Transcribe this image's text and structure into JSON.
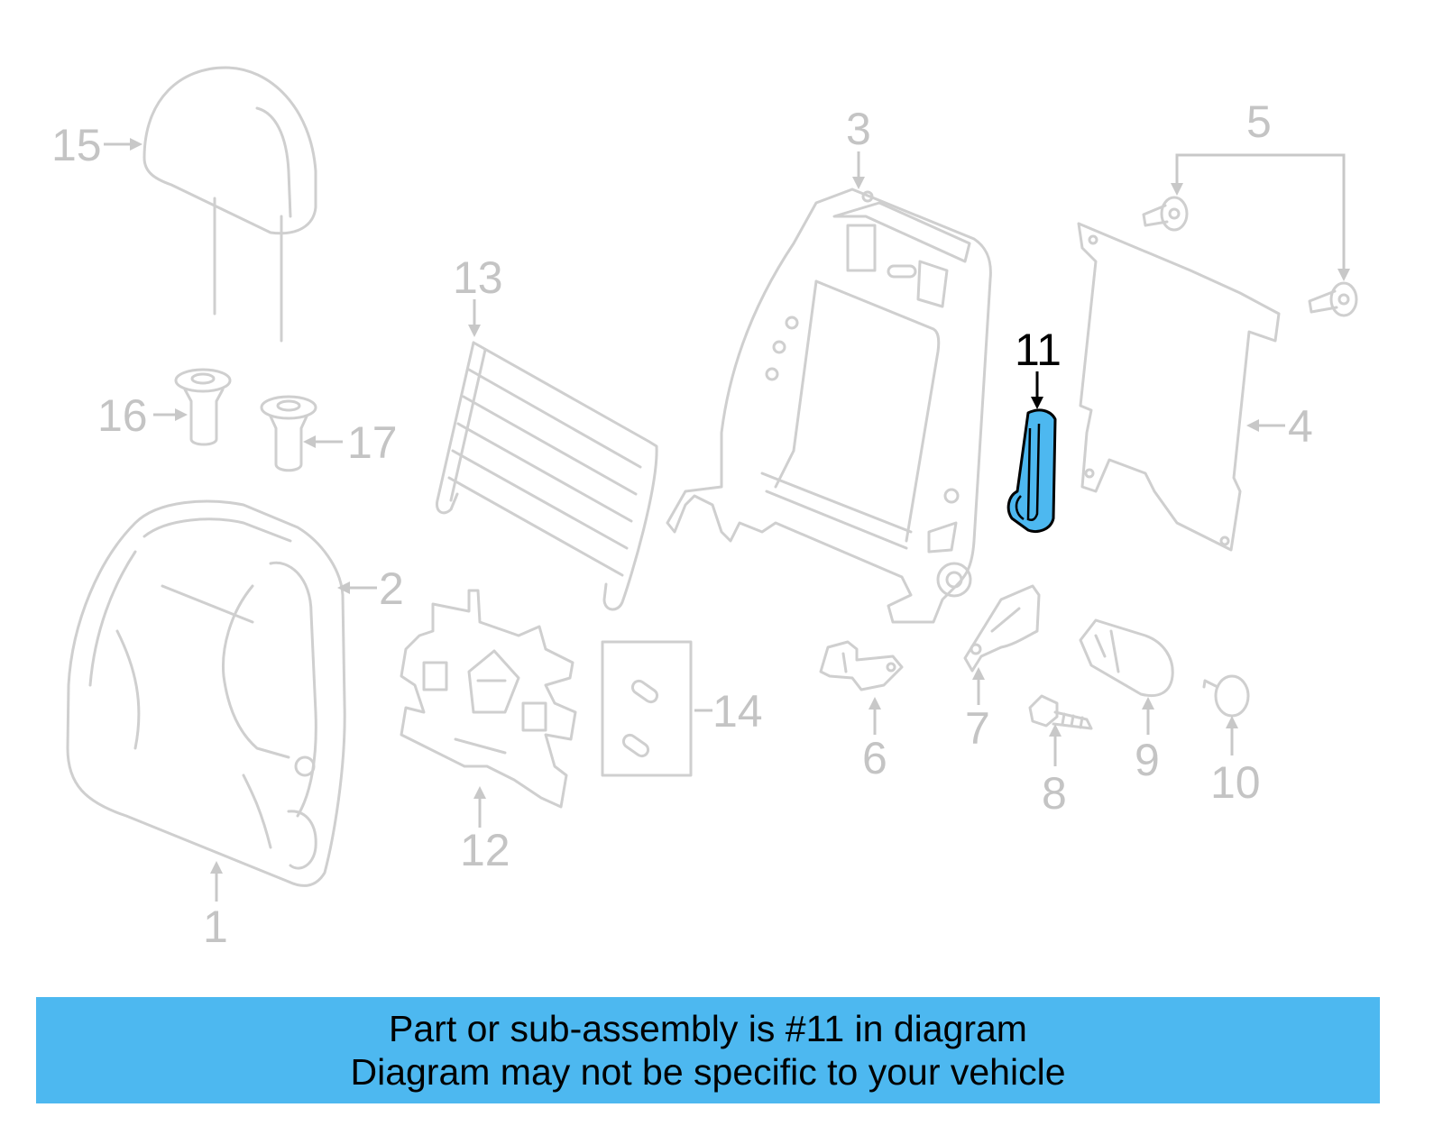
{
  "banner": {
    "line1": "Part or sub-assembly is #11 in diagram",
    "line2": "Diagram may not be specific to your vehicle"
  },
  "highlight_color": "#4db8f0",
  "callouts": {
    "c1": "1",
    "c2": "2",
    "c3": "3",
    "c4": "4",
    "c5": "5",
    "c6": "6",
    "c7": "7",
    "c8": "8",
    "c9": "9",
    "c10": "10",
    "c11": "11",
    "c12": "12",
    "c13": "13",
    "c14": "14",
    "c15": "15",
    "c16": "16",
    "c17": "17"
  }
}
